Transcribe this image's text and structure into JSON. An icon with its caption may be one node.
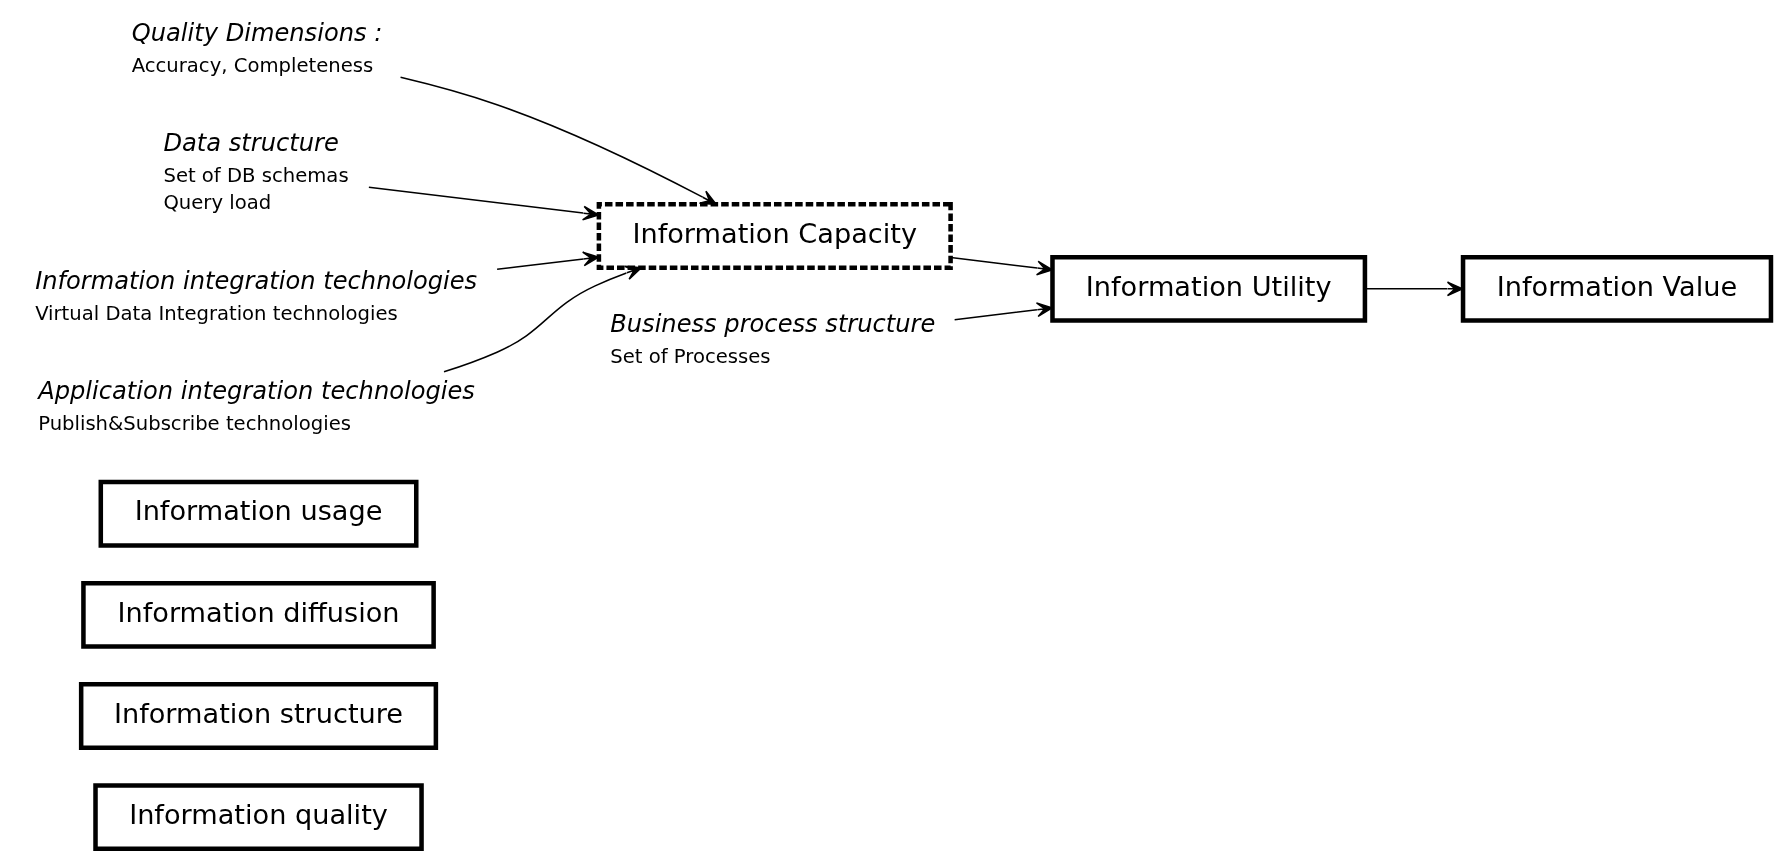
{
  "diagram": {
    "nodes": [
      {
        "text": [
          "Information quality"
        ]
      },
      {
        "text": [
          "Information structure"
        ]
      },
      {
        "text": [
          "Information diffusion"
        ]
      },
      {
        "text": [
          "Information usage"
        ]
      },
      {
        "text": [
          "Quality Dimensions :",
          "Accuracy, Completeness"
        ]
      },
      {
        "text": [
          "Data structure",
          "Set of DB schemas",
          "Query load"
        ]
      },
      {
        "text": [
          "Information integration technologies",
          "Virtual Data Integration technologies"
        ]
      },
      {
        "text": [
          "Application integration technologies",
          "Publish&Subscribe technologies"
        ]
      },
      {
        "text": [
          "Business process structure",
          "Set of Processes"
        ]
      },
      {
        "text": [
          "Information Capacity"
        ]
      },
      {
        "text": [
          "Information Utility"
        ]
      },
      {
        "text": [
          "Information Value"
        ]
      }
    ],
    "edges": [
      {
        "from": 4,
        "to": 9,
        "arrow": "to"
      },
      {
        "from": 5,
        "to": 9,
        "arrow": "to"
      },
      {
        "from": 6,
        "to": 9,
        "arrow": "to"
      },
      {
        "from": 7,
        "to": 9,
        "arrow": "to"
      },
      {
        "from": 9,
        "to": 10,
        "arrow": "to"
      },
      {
        "from": 8,
        "to": 10,
        "arrow": "to"
      },
      {
        "from": 10,
        "to": 11,
        "arrow": "to"
      }
    ]
  }
}
